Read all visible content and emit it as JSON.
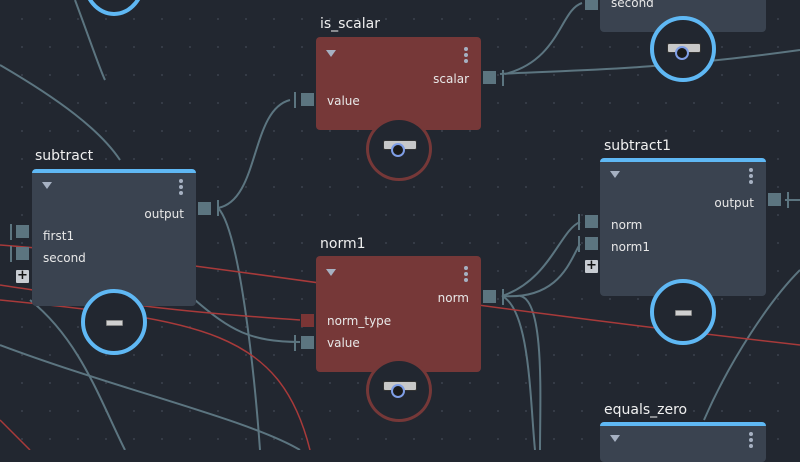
{
  "canvas": {
    "background": "#222730",
    "grid_dot_color": "#3a404b",
    "wire_color": "#5c7580",
    "error_wire_color": "#a83a3a"
  },
  "nodes": {
    "subtract": {
      "title": "subtract",
      "outputs": [
        "output"
      ],
      "inputs": [
        "first1",
        "second"
      ],
      "has_add_input": true,
      "bubble_icon": "minus-icon",
      "state": "normal"
    },
    "is_scalar": {
      "title": "is_scalar",
      "outputs": [
        "scalar"
      ],
      "inputs": [
        "value"
      ],
      "bubble_icon": "camera-icon",
      "state": "error"
    },
    "norm1": {
      "title": "norm1",
      "outputs": [
        "norm"
      ],
      "inputs": [
        "norm_type",
        "value"
      ],
      "bubble_icon": "camera-icon",
      "state": "error"
    },
    "subtract1": {
      "title": "subtract1",
      "outputs": [
        "output"
      ],
      "inputs": [
        "norm",
        "norm1"
      ],
      "has_add_input": true,
      "bubble_icon": "minus-icon",
      "state": "normal"
    },
    "top_right_node": {
      "inputs": [
        "second"
      ],
      "bubble_icon": "camera-icon",
      "state": "normal"
    },
    "equals_zero": {
      "title": "equals_zero",
      "state": "normal"
    }
  },
  "colors": {
    "node_body": "#3a4350",
    "node_accent": "#5fb8f4",
    "error_node_body": "#763838",
    "port": "#5c7580"
  }
}
